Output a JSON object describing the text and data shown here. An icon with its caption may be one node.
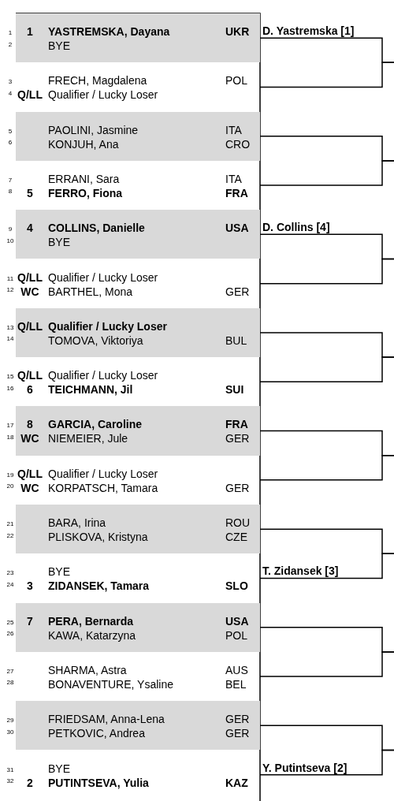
{
  "diagram": {
    "nodes": [
      {
        "text": [
          "1",
          "YASTREMSKA, Dayana",
          "UKR",
          "BYE"
        ],
        "beside": [
          "1",
          "2"
        ]
      },
      {
        "text": [
          "FRECH, Magdalena",
          "POL",
          "Q/LL",
          "Qualifier / Lucky Loser"
        ],
        "beside": [
          "3",
          "4"
        ]
      },
      {
        "text": [
          "PAOLINI, Jasmine",
          "ITA",
          "KONJUH, Ana",
          "CRO"
        ],
        "beside": [
          "5",
          "6"
        ]
      },
      {
        "text": [
          "ERRANI, Sara",
          "ITA",
          "5",
          "FERRO, Fiona",
          "FRA"
        ],
        "beside": [
          "7",
          "8"
        ]
      },
      {
        "text": [
          "4",
          "COLLINS, Danielle",
          "USA",
          "BYE"
        ],
        "beside": [
          "9",
          "10"
        ]
      },
      {
        "text": [
          "Q/LL",
          "Qualifier / Lucky Loser",
          "WC",
          "BARTHEL, Mona",
          "GER"
        ],
        "beside": [
          "11",
          "12"
        ]
      },
      {
        "text": [
          "Q/LL",
          "Qualifier / Lucky Loser",
          "TOMOVA, Viktoriya",
          "BUL"
        ],
        "beside": [
          "13",
          "14"
        ]
      },
      {
        "text": [
          "Q/LL",
          "Qualifier / Lucky Loser",
          "6",
          "TEICHMANN, Jil",
          "SUI"
        ],
        "beside": [
          "15",
          "16"
        ]
      },
      {
        "text": [
          "8",
          "GARCIA, Caroline",
          "FRA",
          "WC",
          "NIEMEIER, Jule",
          "GER"
        ],
        "beside": [
          "17",
          "18"
        ]
      },
      {
        "text": [
          "Q/LL",
          "Qualifier / Lucky Loser",
          "WC",
          "KORPATSCH, Tamara",
          "GER"
        ],
        "beside": [
          "19",
          "20"
        ]
      },
      {
        "text": [
          "BARA, Irina",
          "ROU",
          "PLISKOVA, Kristyna",
          "CZE"
        ],
        "beside": [
          "21",
          "22"
        ]
      },
      {
        "text": [
          "BYE",
          "3",
          "ZIDANSEK, Tamara",
          "SLO"
        ],
        "beside": [
          "23",
          "24"
        ]
      },
      {
        "text": [
          "7",
          "PERA, Bernarda",
          "USA",
          "KAWA, Katarzyna",
          "POL"
        ],
        "beside": [
          "25",
          "26"
        ]
      },
      {
        "text": [
          "SHARMA, Astra",
          "AUS",
          "BONAVENTURE, Ysaline",
          "BEL"
        ],
        "beside": [
          "27",
          "28"
        ]
      },
      {
        "text": [
          "FRIEDSAM, Anna-Lena",
          "GER",
          "PETKOVIC, Andrea",
          "GER"
        ],
        "beside": [
          "29",
          "30"
        ]
      },
      {
        "text": [
          "BYE",
          "2",
          "PUTINTSEVA, Yulia",
          "KAZ"
        ],
        "beside": [
          "31",
          "32"
        ]
      }
    ],
    "edges": [
      {
        "from": 0,
        "to": null,
        "arrow": "none",
        "label": "D. Yastremska [1]"
      },
      {
        "from": 1,
        "to": null,
        "arrow": "none"
      },
      {
        "from": 2,
        "to": null,
        "arrow": "none"
      },
      {
        "from": 3,
        "to": null,
        "arrow": "none"
      },
      {
        "from": 4,
        "to": null,
        "arrow": "none",
        "label": "D. Collins [4]"
      },
      {
        "from": 5,
        "to": null,
        "arrow": "none"
      },
      {
        "from": 6,
        "to": null,
        "arrow": "none"
      },
      {
        "from": 7,
        "to": null,
        "arrow": "none"
      },
      {
        "from": 8,
        "to": null,
        "arrow": "none"
      },
      {
        "from": 9,
        "to": null,
        "arrow": "none"
      },
      {
        "from": 10,
        "to": null,
        "arrow": "none"
      },
      {
        "from": 11,
        "to": null,
        "arrow": "none",
        "label": "T. Zidansek [3]"
      },
      {
        "from": 12,
        "to": null,
        "arrow": "none"
      },
      {
        "from": 13,
        "to": null,
        "arrow": "none"
      },
      {
        "from": 14,
        "to": null,
        "arrow": "none"
      },
      {
        "from": 15,
        "to": null,
        "arrow": "none",
        "label": "Y. Putintseva [2]"
      }
    ]
  }
}
